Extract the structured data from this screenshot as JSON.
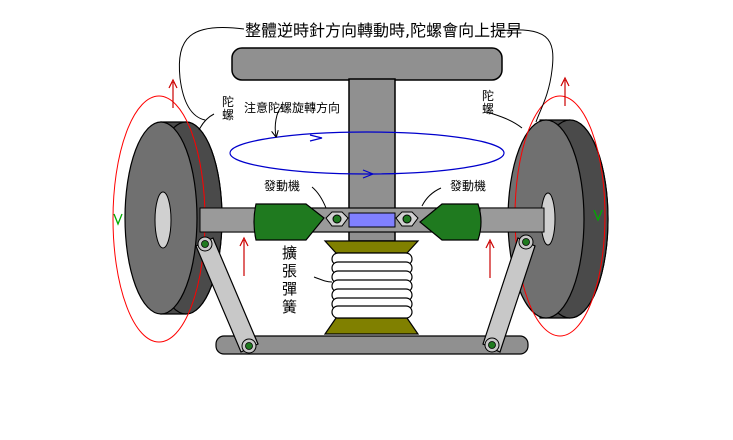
{
  "diagram": {
    "title": "整體逆時針方向轉動時,陀螺會向上提昇",
    "gyro_left_label": "陀螺",
    "gyro_right_label": "陀螺",
    "rotation_note": "注意陀螺旋轉方向",
    "motor_left_label": "發動機",
    "motor_right_label": "發動機",
    "spring_label": "擴張彈簧"
  },
  "colors": {
    "disc_face": "#6e6e6e",
    "disc_rim": "#4a4a4a",
    "frame": "#9a9a9a",
    "motor": "#1f7a1f",
    "spring_plate": "#808000",
    "spring": "#ffffff",
    "axle_center": "#8080ff",
    "orbit_ellipse": "#0000cc",
    "spin_circle": "#ff0000",
    "arrow_green": "#00aa00",
    "arrow_red": "#cc0000"
  }
}
